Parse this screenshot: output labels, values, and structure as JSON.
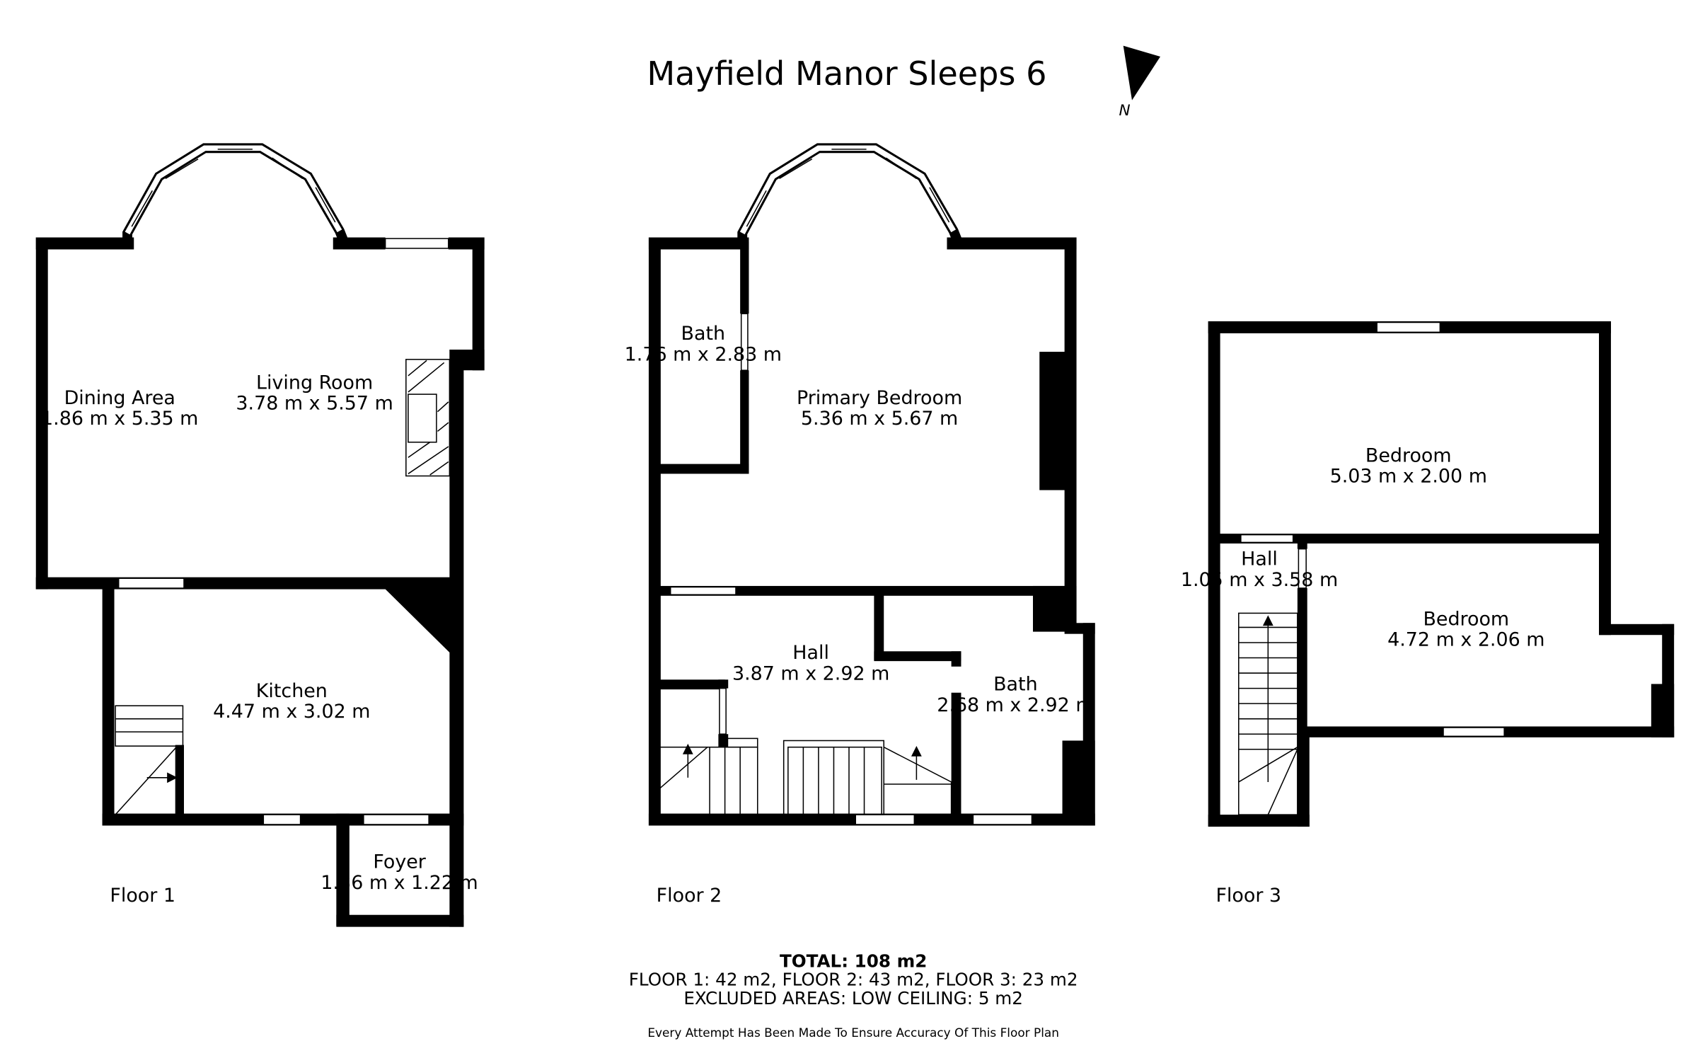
{
  "title": "Mayfield Manor Sleeps 6",
  "north_label": "N",
  "floors": [
    {
      "label": "Floor 1",
      "rooms": [
        {
          "name": "Dining Area",
          "dims": "1.86 m x 5.35 m"
        },
        {
          "name": "Living Room",
          "dims": "3.78 m x 5.57 m"
        },
        {
          "name": "Kitchen",
          "dims": "4.47 m x 3.02 m"
        },
        {
          "name": "Foyer",
          "dims": "1.36 m x 1.22 m"
        }
      ]
    },
    {
      "label": "Floor 2",
      "rooms": [
        {
          "name": "Bath",
          "dims": "1.76 m x 2.83 m"
        },
        {
          "name": "Primary Bedroom",
          "dims": "5.36 m x 5.67 m"
        },
        {
          "name": "Hall",
          "dims": "3.87 m x 2.92 m"
        },
        {
          "name": "Bath",
          "dims": "2.68 m x 2.92 m"
        }
      ]
    },
    {
      "label": "Floor 3",
      "rooms": [
        {
          "name": "Bedroom",
          "dims": "5.03 m x 2.00 m"
        },
        {
          "name": "Hall",
          "dims": "1.05 m x 3.58 m"
        },
        {
          "name": "Bedroom",
          "dims": "4.72 m x 2.06 m"
        }
      ]
    }
  ],
  "totals": {
    "total": "TOTAL: 108 m2",
    "floors": "FLOOR 1: 42 m2, FLOOR 2: 43 m2, FLOOR 3: 23 m2",
    "excluded": "EXCLUDED AREAS: LOW CEILING: 5 m2"
  },
  "disclaimer": "Every Attempt Has Been Made To Ensure Accuracy Of This Floor Plan",
  "colors": {
    "wall": "#000000",
    "background": "#ffffff",
    "text": "#111111"
  }
}
